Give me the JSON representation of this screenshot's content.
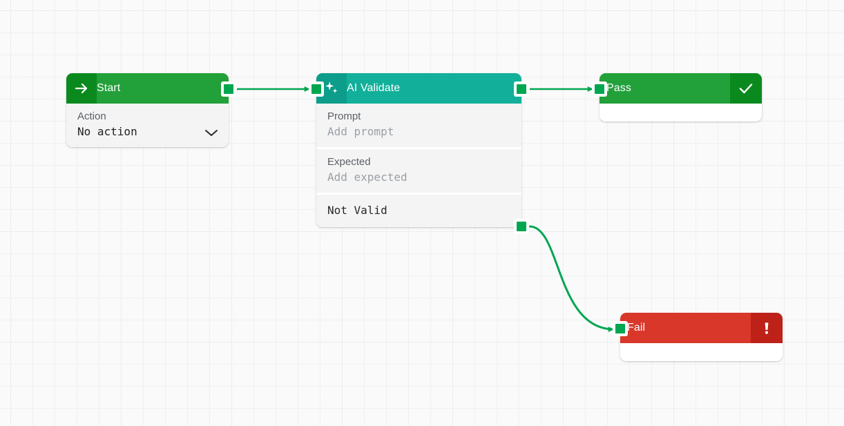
{
  "canvas": {
    "background_color": "#fafafa",
    "grid_minor_color": "#f0f0f0",
    "grid_major_color": "#ececec",
    "edge_color": "#00a650"
  },
  "nodes": [
    {
      "id": "start",
      "title": "Start",
      "icon": "arrow-right-icon",
      "header_color": "#22a03a",
      "icon_bg_color": "#0a8a1e",
      "rows": [
        {
          "label": "Action",
          "value": "No action",
          "filled": true,
          "control": "dropdown"
        }
      ]
    },
    {
      "id": "ai-validate",
      "title": "AI Validate",
      "icon": "sparkle-icon",
      "header_color": "#12b09a",
      "icon_bg_color": "#0c9d8b",
      "rows": [
        {
          "label": "Prompt",
          "value": "Add prompt",
          "filled": false
        },
        {
          "label": "Expected",
          "value": "Add expected",
          "filled": false
        }
      ],
      "branch_label": "Not Valid"
    },
    {
      "id": "pass",
      "title": "Pass",
      "icon": "check-icon",
      "header_color": "#22a03a",
      "icon_bg_color": "#0a8a1e"
    },
    {
      "id": "fail",
      "title": "Fail",
      "icon": "exclamation-icon",
      "header_color": "#d8372a",
      "icon_bg_color": "#bd2118"
    }
  ],
  "ports": [
    {
      "name": "start-output-port",
      "node": "start"
    },
    {
      "name": "ai-validate-input-port",
      "node": "ai-validate"
    },
    {
      "name": "ai-validate-valid-port",
      "node": "ai-validate"
    },
    {
      "name": "ai-validate-invalid-port",
      "node": "ai-validate"
    },
    {
      "name": "pass-input-port",
      "node": "pass"
    },
    {
      "name": "fail-input-port",
      "node": "fail"
    }
  ],
  "edges": [
    {
      "name": "edge-start-to-ai-validate",
      "from": "start-output-port",
      "to": "ai-validate-input-port"
    },
    {
      "name": "edge-ai-validate-to-pass",
      "from": "ai-validate-valid-port",
      "to": "pass-input-port"
    },
    {
      "name": "edge-ai-validate-to-fail",
      "from": "ai-validate-invalid-port",
      "to": "fail-input-port"
    }
  ]
}
